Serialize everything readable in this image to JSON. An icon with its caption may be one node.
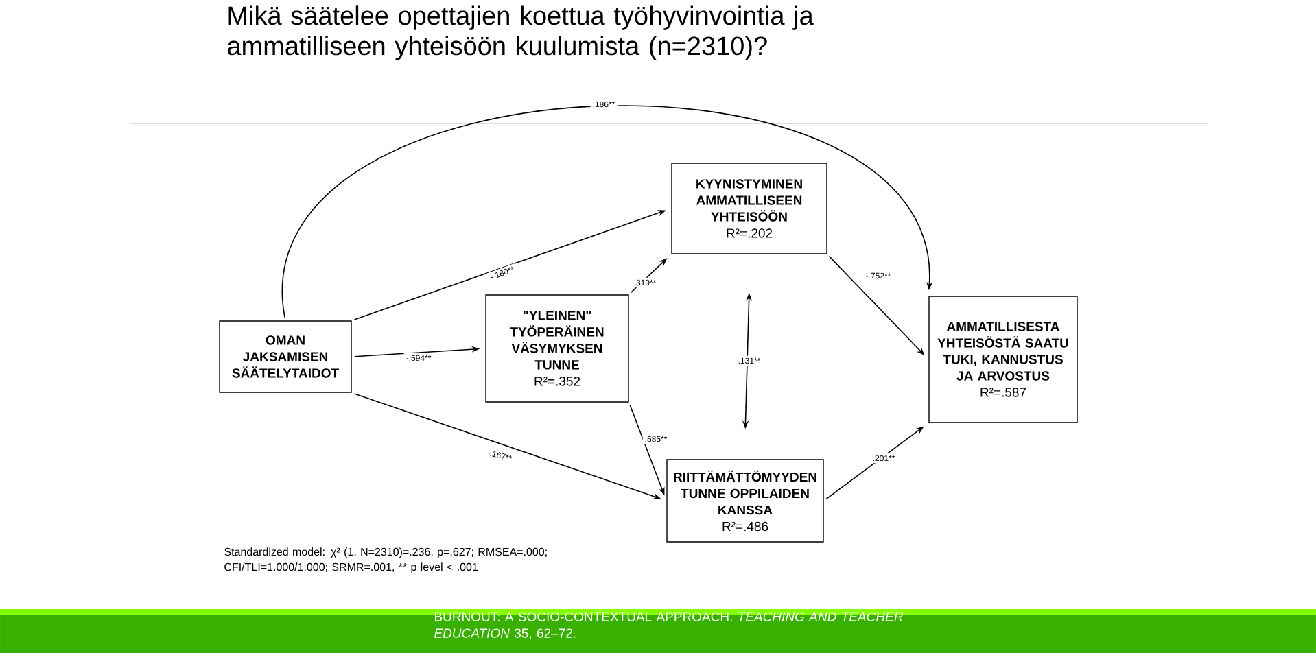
{
  "diagram": {
    "title": "Mikä säätelee opettajien koettua työhyvinvointia ja ammatilliseen yhteisöön kuulumista (n=2310)?",
    "nodes": [
      {
        "text": [
          "OMAN JAKSAMISEN SÄÄTELYTAIDOT"
        ]
      },
      {
        "text": [
          "KYYNISTYMINEN AMMATILLISEEN YHTEISÖÖN",
          "R²=.202"
        ]
      },
      {
        "text": [
          "\"YLEINEN\" TYÖPERÄINEN VÄSYMYKSEN TUNNE",
          "R²=.352"
        ]
      },
      {
        "text": [
          "AMMATILLISESTA YHTEISÖSTÄ SAATU TUKI, KANNUSTUS JA ARVOSTUS",
          "R²=.587"
        ]
      },
      {
        "text": [
          "RIITTÄMÄTTÖMYYDEN TUNNE OPPILAIDEN KANSSA",
          "R²=.486"
        ]
      }
    ],
    "edges": [
      {
        "from": 0,
        "to": 3,
        "arrow": "to",
        "label": ".186**"
      },
      {
        "from": 0,
        "to": 1,
        "arrow": "to",
        "label": "-.180**"
      },
      {
        "from": 2,
        "to": 1,
        "arrow": "to",
        "label": ".319**"
      },
      {
        "from": 1,
        "to": 3,
        "arrow": "to",
        "label": "-.752**"
      },
      {
        "from": 0,
        "to": 2,
        "arrow": "to",
        "label": "-.594**"
      },
      {
        "from": 1,
        "to": 4,
        "arrow": "both",
        "label": ".131**"
      },
      {
        "from": 2,
        "to": 4,
        "arrow": "to",
        "label": ".585**"
      },
      {
        "from": 0,
        "to": 4,
        "arrow": "to",
        "label": "-.167**"
      },
      {
        "from": 4,
        "to": 3,
        "arrow": "to",
        "label": ".201**"
      }
    ],
    "labels": [
      "Standardized model: χ² (1, N=2310)=.236, p=.627; RMSEA=.000; CFI/TLI=1.000/1.000; SRMR=.001, ** p level < .001",
      "BURNOUT: A SOCIO-CONTEXTUAL APPROACH. *TEACHING AND TEACHER EDUCATION* 35, 62–72."
    ]
  }
}
